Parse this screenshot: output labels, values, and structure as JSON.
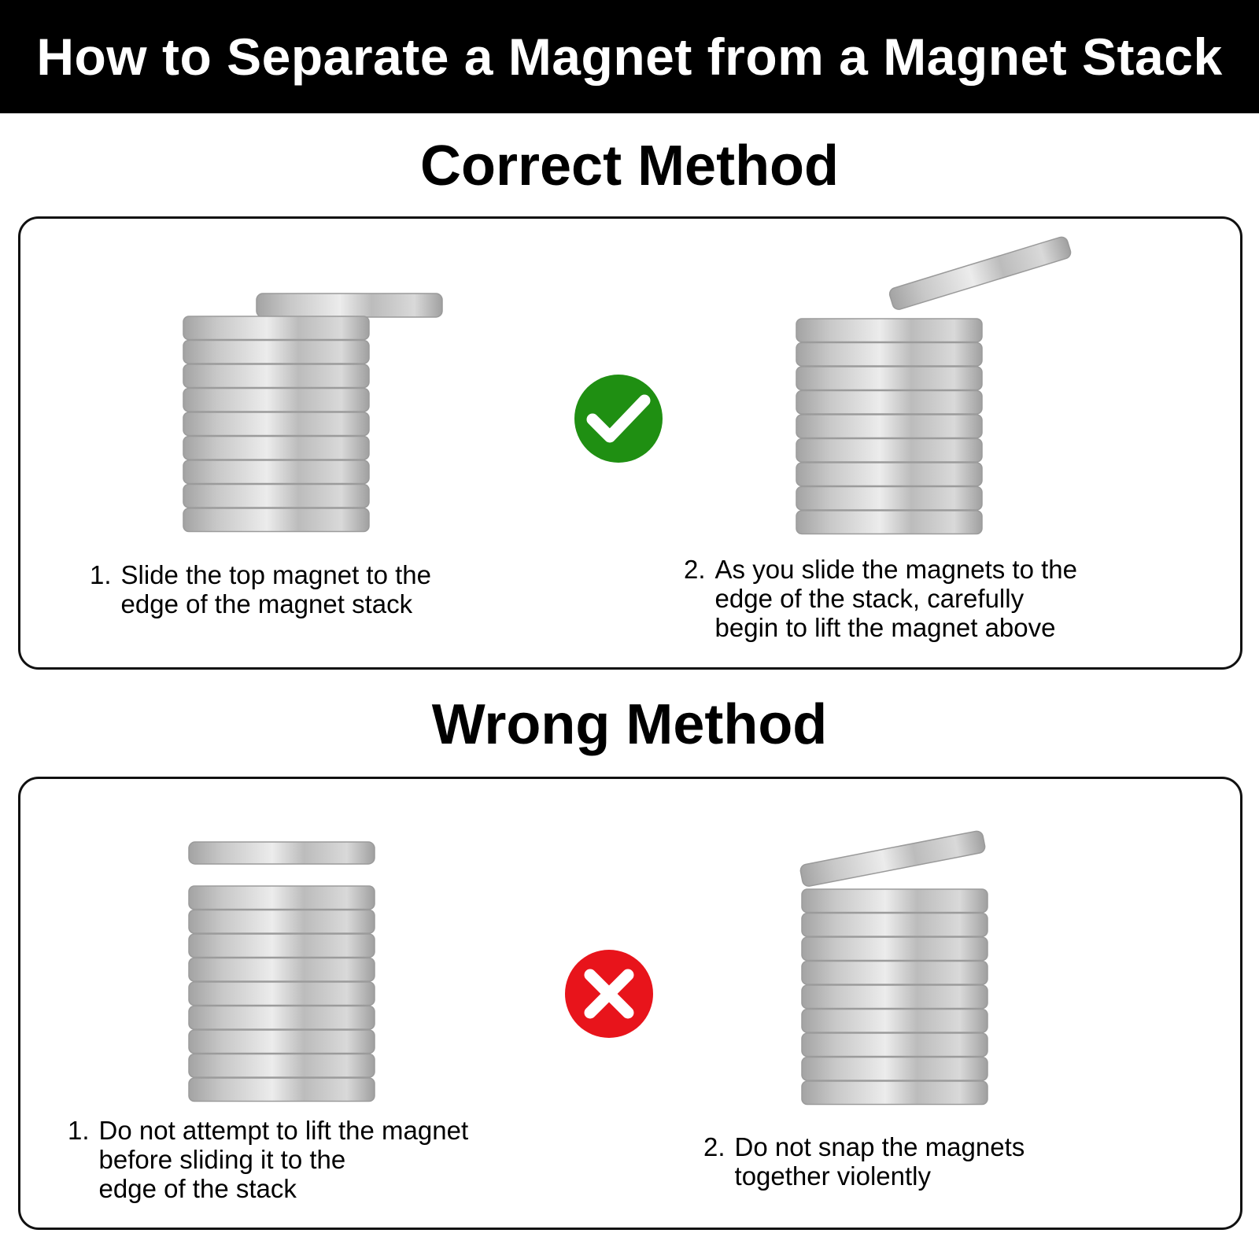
{
  "header": {
    "title": "How to Separate a Magnet from a Magnet Stack"
  },
  "colors": {
    "title_bar": "#000000",
    "check": "#1f8f12",
    "cross": "#e8141b",
    "magnet_light": "#e6e6e6",
    "magnet_dark": "#a9a9a9"
  },
  "correct": {
    "heading": "Correct Method",
    "icon": "check-icon",
    "steps": [
      {
        "number": "1.",
        "text": "Slide the top magnet to the\nedge of the magnet stack"
      },
      {
        "number": "2.",
        "text": "As you slide the magnets to the\nedge of the stack, carefully\nbegin to lift the magnet above"
      }
    ]
  },
  "wrong": {
    "heading": "Wrong Method",
    "icon": "cross-icon",
    "steps": [
      {
        "number": "1.",
        "text": "Do not attempt to lift the magnet\nbefore sliding it to the\nedge of the stack"
      },
      {
        "number": "2.",
        "text": "Do not snap the magnets\ntogether violently"
      }
    ]
  }
}
